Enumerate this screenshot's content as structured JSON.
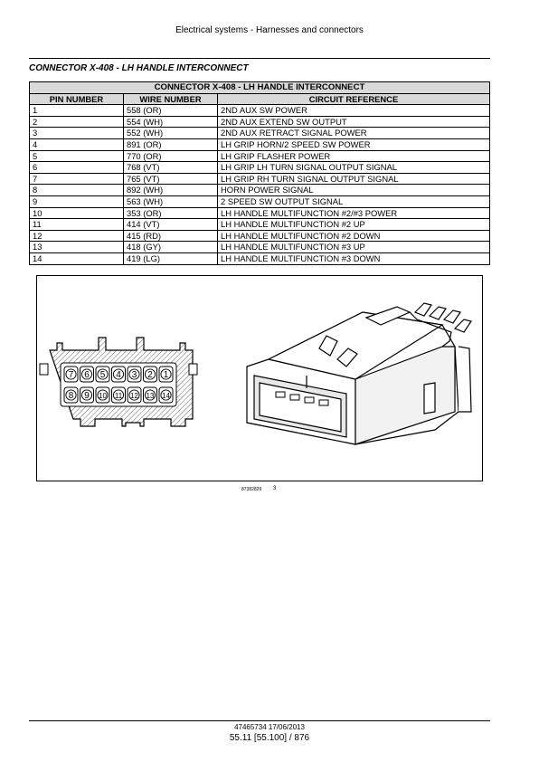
{
  "header": {
    "title": "Electrical systems - Harnesses and connectors"
  },
  "section": {
    "title": "CONNECTOR X-408 - LH HANDLE INTERCONNECT"
  },
  "table": {
    "caption": "CONNECTOR X-408 - LH HANDLE INTERCONNECT",
    "columns": [
      "PIN NUMBER",
      "WIRE NUMBER",
      "CIRCUIT REFERENCE"
    ],
    "rows": [
      [
        "1",
        "558 (OR)",
        "2ND AUX SW POWER"
      ],
      [
        "2",
        "554 (WH)",
        "2ND AUX EXTEND SW OUTPUT"
      ],
      [
        "3",
        "552 (WH)",
        "2ND AUX RETRACT SIGNAL POWER"
      ],
      [
        "4",
        "891 (OR)",
        "LH GRIP HORN/2 SPEED SW POWER"
      ],
      [
        "5",
        "770 (OR)",
        "LH GRIP FLASHER POWER"
      ],
      [
        "6",
        "768 (VT)",
        "LH GRIP LH TURN SIGNAL OUTPUT SIGNAL"
      ],
      [
        "7",
        "765 (VT)",
        "LH GRIP RH TURN SIGNAL OUTPUT SIGNAL"
      ],
      [
        "8",
        "892 (WH)",
        "HORN POWER SIGNAL"
      ],
      [
        "9",
        "563 (WH)",
        "2 SPEED SW OUTPUT SIGNAL"
      ],
      [
        "10",
        "353 (OR)",
        "LH HANDLE MULTIFUNCTION #2/#3 POWER"
      ],
      [
        "11",
        "414 (VT)",
        "LH HANDLE MULTIFUNCTION #2 UP"
      ],
      [
        "12",
        "415 (RD)",
        "LH HANDLE MULTIFUNCTION #2 DOWN"
      ],
      [
        "13",
        "418 (GY)",
        "LH HANDLE MULTIFUNCTION #3 UP"
      ],
      [
        "14",
        "419 (LG)",
        "LH HANDLE MULTIFUNCTION #3 DOWN"
      ]
    ]
  },
  "figure": {
    "pin_labels_top": [
      "7",
      "6",
      "5",
      "4",
      "3",
      "2",
      "1"
    ],
    "pin_labels_bottom": [
      "8",
      "9",
      "10",
      "11",
      "12",
      "13",
      "14"
    ],
    "image_id": "87382829",
    "figure_number": "3"
  },
  "footer": {
    "doc_id": "47465734 17/06/2013",
    "page": "55.11 [55.100] / 876"
  }
}
